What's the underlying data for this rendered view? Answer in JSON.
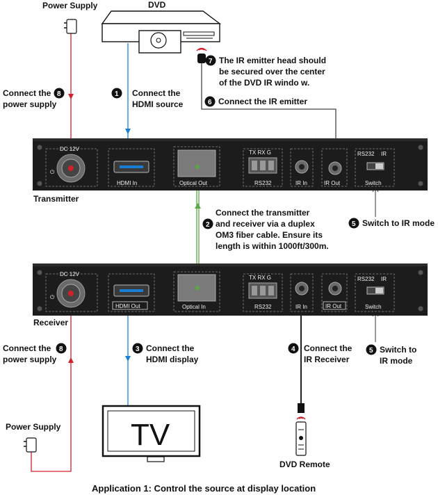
{
  "devices": {
    "dvd": "DVD",
    "tv_screen": "TV",
    "power_supply_top": "Power Supply",
    "power_supply_bottom": "Power Supply",
    "dvd_remote": "DVD Remote",
    "transmitter": "Transmitter",
    "receiver": "Receiver"
  },
  "transmitter_ports": {
    "dc": "DC 12V",
    "hdmi": "HDMI In",
    "optical": "Optical Out",
    "rs232_pins": "TX  RX  G",
    "rs232": "RS232",
    "ir_in": "IR In",
    "ir_out": "IR Out",
    "switch_rs": "RS232",
    "switch_ir": "IR",
    "switch": "Switch"
  },
  "receiver_ports": {
    "dc": "DC 12V",
    "hdmi": "HDMI Out",
    "optical": "Optical In",
    "rs232_pins": "TX  RX  G",
    "rs232": "RS232",
    "ir_in": "IR In",
    "ir_out": "IR Out",
    "switch_rs": "RS232",
    "switch_ir": "IR",
    "switch": "Switch"
  },
  "steps": {
    "s1": {
      "num": "1",
      "line1": "Connect the",
      "line2": "HDMI source"
    },
    "s2": {
      "num": "2",
      "line1": "Connect the transmitter",
      "line2": "and receiver via a duplex",
      "line3": "OM3 fiber cable. Ensure its",
      "line4": "length is within 1000ft/300m."
    },
    "s3": {
      "num": "3",
      "line1": "Connect the",
      "line2": "HDMI display"
    },
    "s4": {
      "num": "4",
      "line1": "Connect the",
      "line2": "IR Receiver"
    },
    "s5a": {
      "num": "5",
      "line1": "Switch to IR mode"
    },
    "s5b": {
      "num": "5",
      "line1": "Switch to",
      "line2": "IR mode"
    },
    "s6": {
      "num": "6",
      "line1": "Connect the IR emitter"
    },
    "s7": {
      "num": "7",
      "line1": "The IR emitter head should",
      "line2": "be secured over the center",
      "line3": "of the DVD IR windo w."
    },
    "s8a": {
      "num": "8",
      "line1": "Connect the",
      "line2": "power supply"
    },
    "s8b": {
      "num": "8",
      "line1": "Connect the",
      "line2": "power supply"
    }
  },
  "caption": "Application 1: Control the source at display location",
  "colors": {
    "hdmi_cable": "#1a7fd4",
    "power_cable": "#d0202a",
    "fiber_cable": "#5aa845",
    "ir_cable": "#444444",
    "panel": "#1c1c1c"
  }
}
